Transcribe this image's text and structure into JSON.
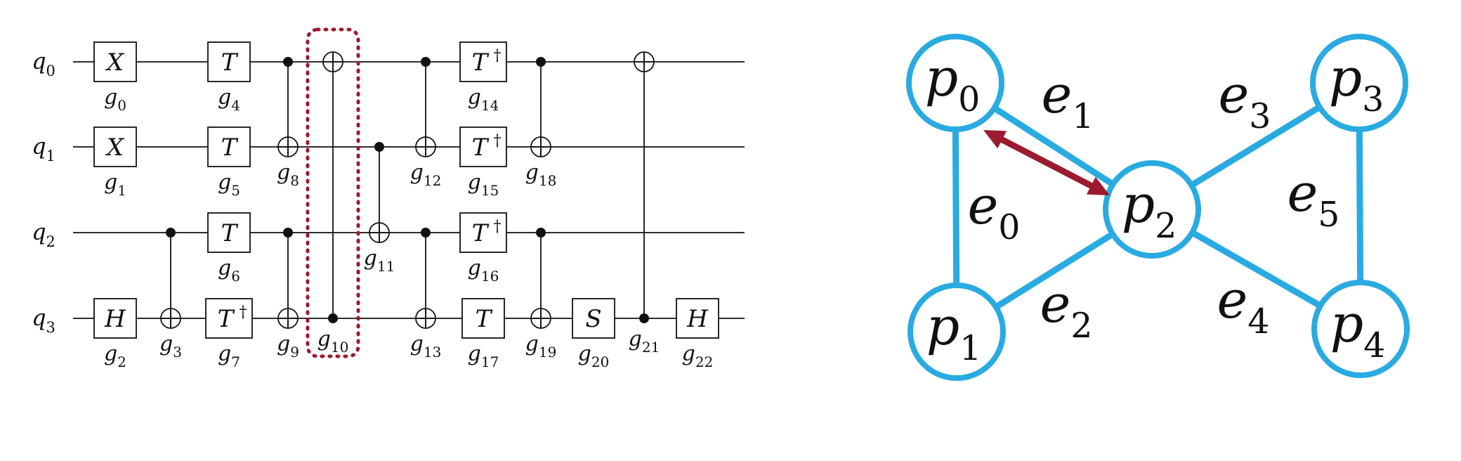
{
  "circuit": {
    "qubits": [
      {
        "base": "q",
        "sub": "0"
      },
      {
        "base": "q",
        "sub": "1"
      },
      {
        "base": "q",
        "sub": "2"
      },
      {
        "base": "q",
        "sub": "3"
      }
    ],
    "gates": [
      {
        "id": "g0",
        "name": "g",
        "sub": "0",
        "kind": "box",
        "label": "X",
        "qubit": 0
      },
      {
        "id": "g1",
        "name": "g",
        "sub": "1",
        "kind": "box",
        "label": "X",
        "qubit": 1
      },
      {
        "id": "g2",
        "name": "g",
        "sub": "2",
        "kind": "box",
        "label": "H",
        "qubit": 3
      },
      {
        "id": "g3",
        "name": "g",
        "sub": "3",
        "kind": "cnot",
        "control": 2,
        "target": 3
      },
      {
        "id": "g4",
        "name": "g",
        "sub": "4",
        "kind": "box",
        "label": "T",
        "qubit": 0
      },
      {
        "id": "g5",
        "name": "g",
        "sub": "5",
        "kind": "box",
        "label": "T",
        "qubit": 1
      },
      {
        "id": "g6",
        "name": "g",
        "sub": "6",
        "kind": "box",
        "label": "T",
        "qubit": 2
      },
      {
        "id": "g7",
        "name": "g",
        "sub": "7",
        "kind": "box",
        "label": "T",
        "dagger": true,
        "qubit": 3
      },
      {
        "id": "g8",
        "name": "g",
        "sub": "8",
        "kind": "cnot",
        "control": 0,
        "target": 1
      },
      {
        "id": "g9",
        "name": "g",
        "sub": "9",
        "kind": "cnot",
        "control": 2,
        "target": 3
      },
      {
        "id": "g10",
        "name": "g",
        "sub": "10",
        "kind": "cnot",
        "control": 3,
        "target": 0,
        "highlight": true
      },
      {
        "id": "g11",
        "name": "g",
        "sub": "11",
        "kind": "cnot",
        "control": 1,
        "target": 2
      },
      {
        "id": "g12",
        "name": "g",
        "sub": "12",
        "kind": "cnot",
        "control": 0,
        "target": 1
      },
      {
        "id": "g13",
        "name": "g",
        "sub": "13",
        "kind": "cnot",
        "control": 2,
        "target": 3
      },
      {
        "id": "g14",
        "name": "g",
        "sub": "14",
        "kind": "box",
        "label": "T",
        "dagger": true,
        "qubit": 0
      },
      {
        "id": "g15",
        "name": "g",
        "sub": "15",
        "kind": "box",
        "label": "T",
        "dagger": true,
        "qubit": 1
      },
      {
        "id": "g16",
        "name": "g",
        "sub": "16",
        "kind": "box",
        "label": "T",
        "dagger": true,
        "qubit": 2
      },
      {
        "id": "g17",
        "name": "g",
        "sub": "17",
        "kind": "box",
        "label": "T",
        "qubit": 3
      },
      {
        "id": "g18",
        "name": "g",
        "sub": "18",
        "kind": "cnot",
        "control": 0,
        "target": 1
      },
      {
        "id": "g19",
        "name": "g",
        "sub": "19",
        "kind": "cnot",
        "control": 2,
        "target": 3
      },
      {
        "id": "g20",
        "name": "g",
        "sub": "20",
        "kind": "box",
        "label": "S",
        "qubit": 3
      },
      {
        "id": "g21",
        "name": "g",
        "sub": "21",
        "kind": "cnot",
        "control": 3,
        "target": 0
      },
      {
        "id": "g22",
        "name": "g",
        "sub": "22",
        "kind": "box",
        "label": "H",
        "qubit": 3
      }
    ]
  },
  "graph": {
    "nodes": [
      {
        "id": "p0",
        "base": "p",
        "sub": "0"
      },
      {
        "id": "p1",
        "base": "p",
        "sub": "1"
      },
      {
        "id": "p2",
        "base": "p",
        "sub": "2"
      },
      {
        "id": "p3",
        "base": "p",
        "sub": "3"
      },
      {
        "id": "p4",
        "base": "p",
        "sub": "4"
      }
    ],
    "edges": [
      {
        "id": "e0",
        "base": "e",
        "sub": "0",
        "from": "p0",
        "to": "p1"
      },
      {
        "id": "e1",
        "base": "e",
        "sub": "1",
        "from": "p0",
        "to": "p2"
      },
      {
        "id": "e2",
        "base": "e",
        "sub": "2",
        "from": "p1",
        "to": "p2"
      },
      {
        "id": "e3",
        "base": "e",
        "sub": "3",
        "from": "p2",
        "to": "p3"
      },
      {
        "id": "e4",
        "base": "e",
        "sub": "4",
        "from": "p2",
        "to": "p4"
      },
      {
        "id": "e5",
        "base": "e",
        "sub": "5",
        "from": "p3",
        "to": "p4"
      }
    ],
    "arrow": {
      "from": "p0",
      "to": "p2",
      "bidirectional": true
    }
  },
  "colors": {
    "node": "#29abe2",
    "highlight": "#9b1b30",
    "ink": "#111111"
  }
}
